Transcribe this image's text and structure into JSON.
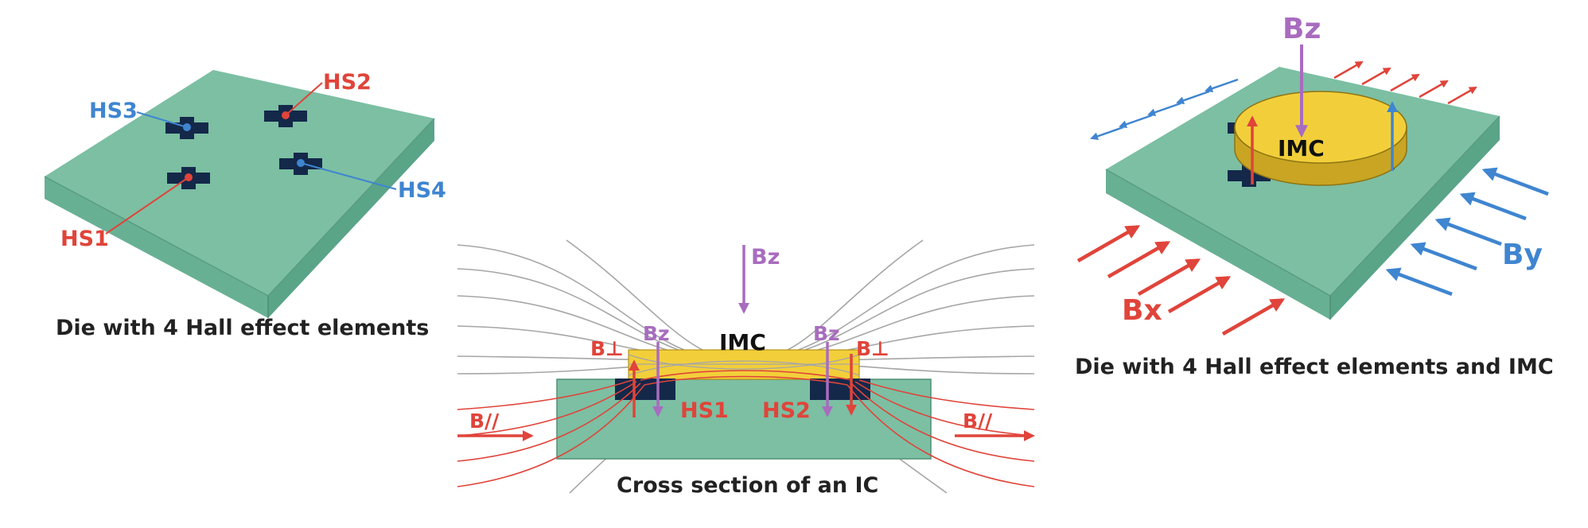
{
  "colors": {
    "die_top": "#7cbfa3",
    "die_side": "#5aa488",
    "die_front": "#68b094",
    "element": "#14284a",
    "red": "#e0443a",
    "blue": "#3f85d0",
    "purple": "#a86cbf",
    "imc": "#f2cf3a",
    "field_line": "#a6a6a6"
  },
  "panel_left": {
    "caption": "Die with 4 Hall effect elements",
    "labels": {
      "hs1": "HS1",
      "hs2": "HS2",
      "hs3": "HS3",
      "hs4": "HS4"
    }
  },
  "panel_middle": {
    "caption": "Cross section of an IC",
    "labels": {
      "bz_top": "Bz",
      "imc": "IMC",
      "bz_left": "Bz",
      "bz_right": "Bz",
      "bperp_left": "B⊥",
      "bperp_right": "B⊥",
      "hs1": "HS1",
      "hs2": "HS2",
      "bpar_left": "B//",
      "bpar_right": "B//"
    }
  },
  "panel_right": {
    "caption": "Die with 4 Hall effect elements and IMC",
    "labels": {
      "bz": "Bz",
      "imc": "IMC",
      "bx": "Bx",
      "by": "By"
    }
  }
}
